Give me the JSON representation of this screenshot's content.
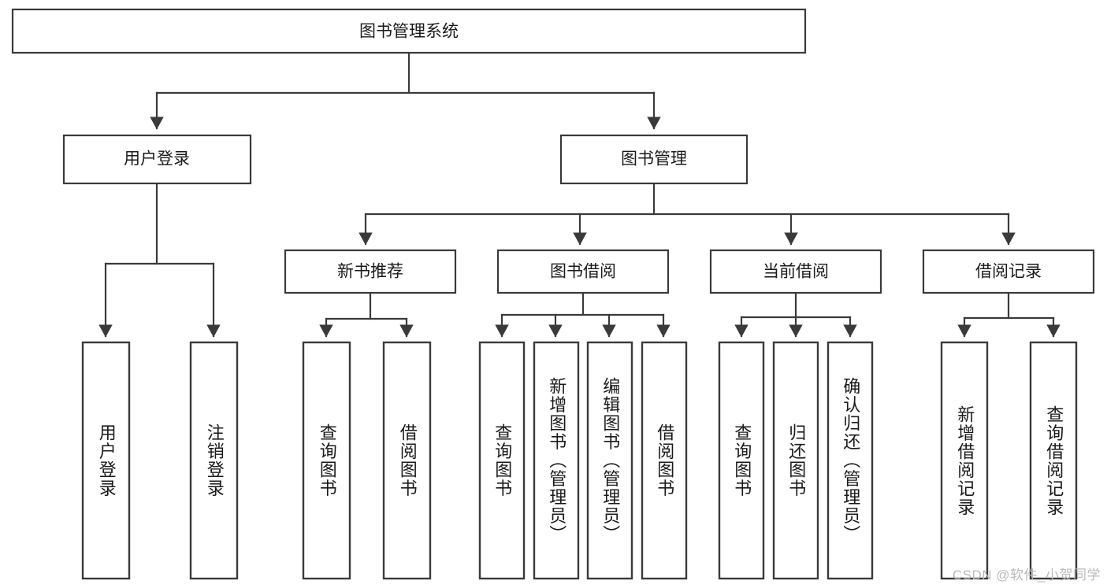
{
  "diagram": {
    "title": "图书管理系统",
    "type": "tree-hierarchy",
    "orientation": "top-down",
    "root": {
      "label": "图书管理系统"
    },
    "level2": [
      {
        "label": "用户登录"
      },
      {
        "label": "图书管理"
      }
    ],
    "level3": [
      {
        "label": "新书推荐"
      },
      {
        "label": "图书借阅"
      },
      {
        "label": "当前借阅"
      },
      {
        "label": "借阅记录"
      }
    ],
    "leaves": {
      "user_login": [
        {
          "label": "用户登录"
        },
        {
          "label": "注销登录"
        }
      ],
      "new_book_recommend": [
        {
          "label": "查询图书"
        },
        {
          "label": "借阅图书"
        }
      ],
      "book_borrow": [
        {
          "label": "查询图书"
        },
        {
          "label": "新增图书（管理员）"
        },
        {
          "label": "编辑图书（管理员）"
        },
        {
          "label": "借阅图书"
        }
      ],
      "current_borrow": [
        {
          "label": "查询图书"
        },
        {
          "label": "归还图书"
        },
        {
          "label": "确认归还（管理员）"
        }
      ],
      "borrow_record": [
        {
          "label": "新增借阅记录"
        },
        {
          "label": "查询借阅记录"
        }
      ]
    }
  },
  "watermark": {
    "text": "CSDN @软件_小贺同学"
  },
  "colors": {
    "stroke": "#3a3a3a",
    "fill": "#ffffff",
    "text": "#1a1a1a",
    "watermark": "#b9b9b9"
  }
}
